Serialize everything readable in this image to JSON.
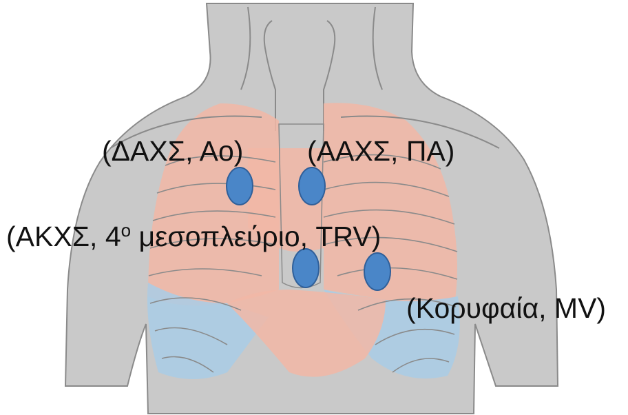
{
  "colors": {
    "body_skin": "#c9c9c9",
    "body_outline": "#8a8a8a",
    "lung_fill": "#f2b7a6",
    "lower_lung_fill": "#a9cde6",
    "marker_fill": "#4a86c8",
    "marker_stroke": "#2f5f99",
    "label_text": "#111111"
  },
  "labels": {
    "aortic": "(ΔΑΧΣ, Αο)",
    "pulmonic": "(ΑΑΧΣ, ΠΑ)",
    "tricuspid_prefix": "(ΑΚΧΣ, 4",
    "tricuspid_sup": "ο",
    "tricuspid_suffix": " μεσοπλεύριο, TRV)",
    "mitral": "(Κορυφαία, MV)"
  }
}
